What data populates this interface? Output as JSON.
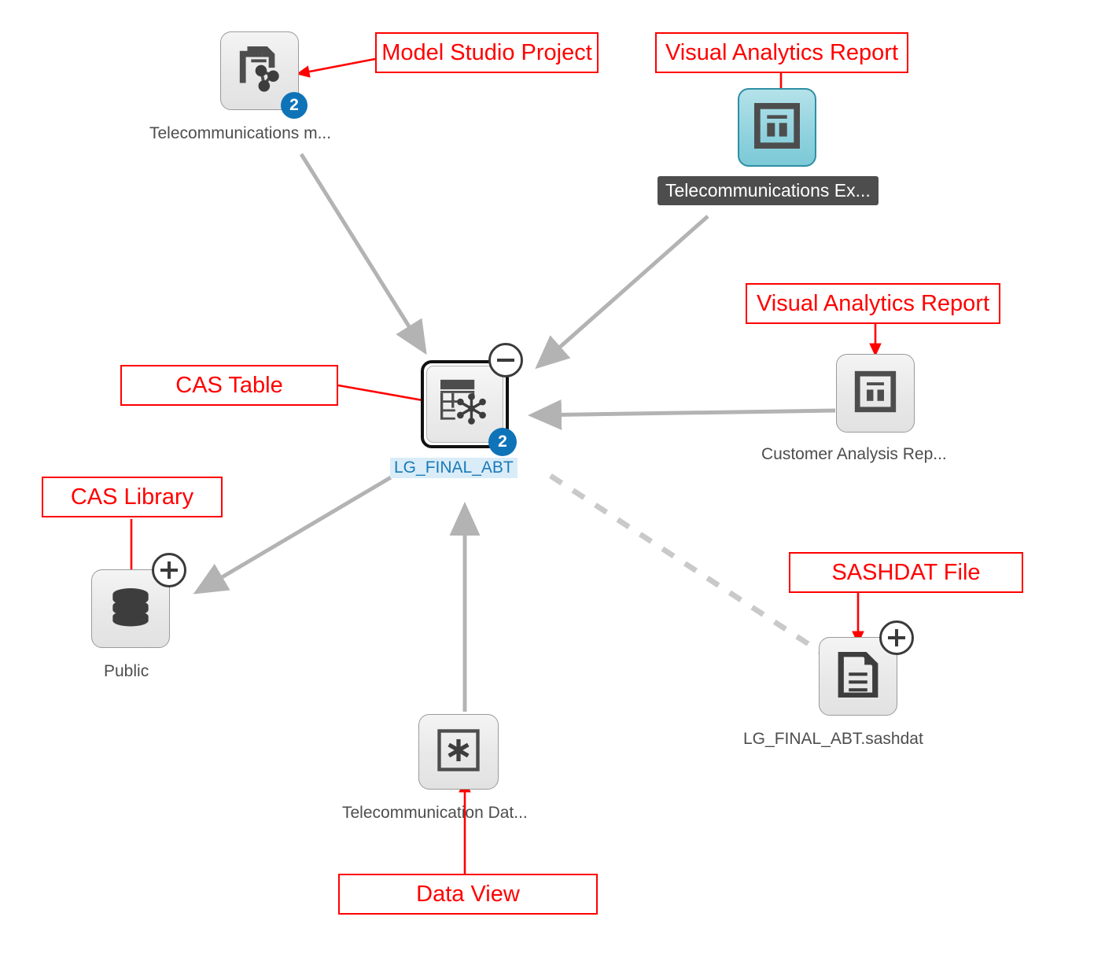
{
  "diagram": {
    "title": "SAS Viya lineage / relationships diagram",
    "background": "#ffffff",
    "accent_red": "#ff0000",
    "edge_color": "#b3b3b3",
    "selected_text_color": "#1a7ab8",
    "selected_highlight_color": "#d9ecf8",
    "badge_color": "#0f73b8",
    "tooltip_background": "#4d4d4d"
  },
  "nodes": {
    "model_studio_project": {
      "label": "Telecommunications m...",
      "icon": "model-studio-project-icon",
      "badge_count": "2",
      "type_annotation": "Model Studio Project"
    },
    "va_report_top": {
      "label": "Telecommunications Ex...",
      "icon": "visual-analytics-report-icon",
      "type_annotation": "Visual Analytics Report",
      "style": "teal-highlighted",
      "label_style": "tooltip"
    },
    "cas_table": {
      "label": "LG_FINAL_ABT",
      "icon": "cas-table-icon",
      "badge_count": "2",
      "collapse_control": "minus",
      "type_annotation": "CAS Table",
      "state": "selected"
    },
    "va_report_right": {
      "label": "Customer Analysis Rep...",
      "icon": "visual-analytics-report-icon",
      "type_annotation": "Visual Analytics Report"
    },
    "cas_library": {
      "label": "Public",
      "icon": "cas-library-icon",
      "expand_control": "plus",
      "type_annotation": "CAS Library"
    },
    "sashdat_file": {
      "label": "LG_FINAL_ABT.sashdat",
      "icon": "sashdat-file-icon",
      "expand_control": "plus",
      "type_annotation": "SASHDAT File"
    },
    "data_view": {
      "label": "Telecommunication Dat...",
      "icon": "data-view-icon",
      "type_annotation": "Data View"
    }
  },
  "annotations": [
    {
      "id": "model-studio-project",
      "text": "Model Studio Project"
    },
    {
      "id": "visual-analytics-report-top",
      "text": "Visual Analytics Report"
    },
    {
      "id": "visual-analytics-report-right",
      "text": "Visual Analytics Report"
    },
    {
      "id": "cas-table",
      "text": "CAS Table"
    },
    {
      "id": "cas-library",
      "text": "CAS Library"
    },
    {
      "id": "sashdat-file",
      "text": "SASHDAT File"
    },
    {
      "id": "data-view",
      "text": "Data View"
    }
  ],
  "edges": [
    {
      "from": "model_studio_project",
      "to": "cas_table",
      "style": "solid",
      "arrow": "to"
    },
    {
      "from": "va_report_top",
      "to": "cas_table",
      "style": "solid",
      "arrow": "to"
    },
    {
      "from": "va_report_right",
      "to": "cas_table",
      "style": "solid",
      "arrow": "to"
    },
    {
      "from": "cas_table",
      "to": "cas_library",
      "style": "solid",
      "arrow": "to"
    },
    {
      "from": "data_view",
      "to": "cas_table",
      "style": "solid",
      "arrow": "to"
    },
    {
      "from": "cas_table",
      "to": "sashdat_file",
      "style": "dashed",
      "arrow": "none"
    }
  ]
}
